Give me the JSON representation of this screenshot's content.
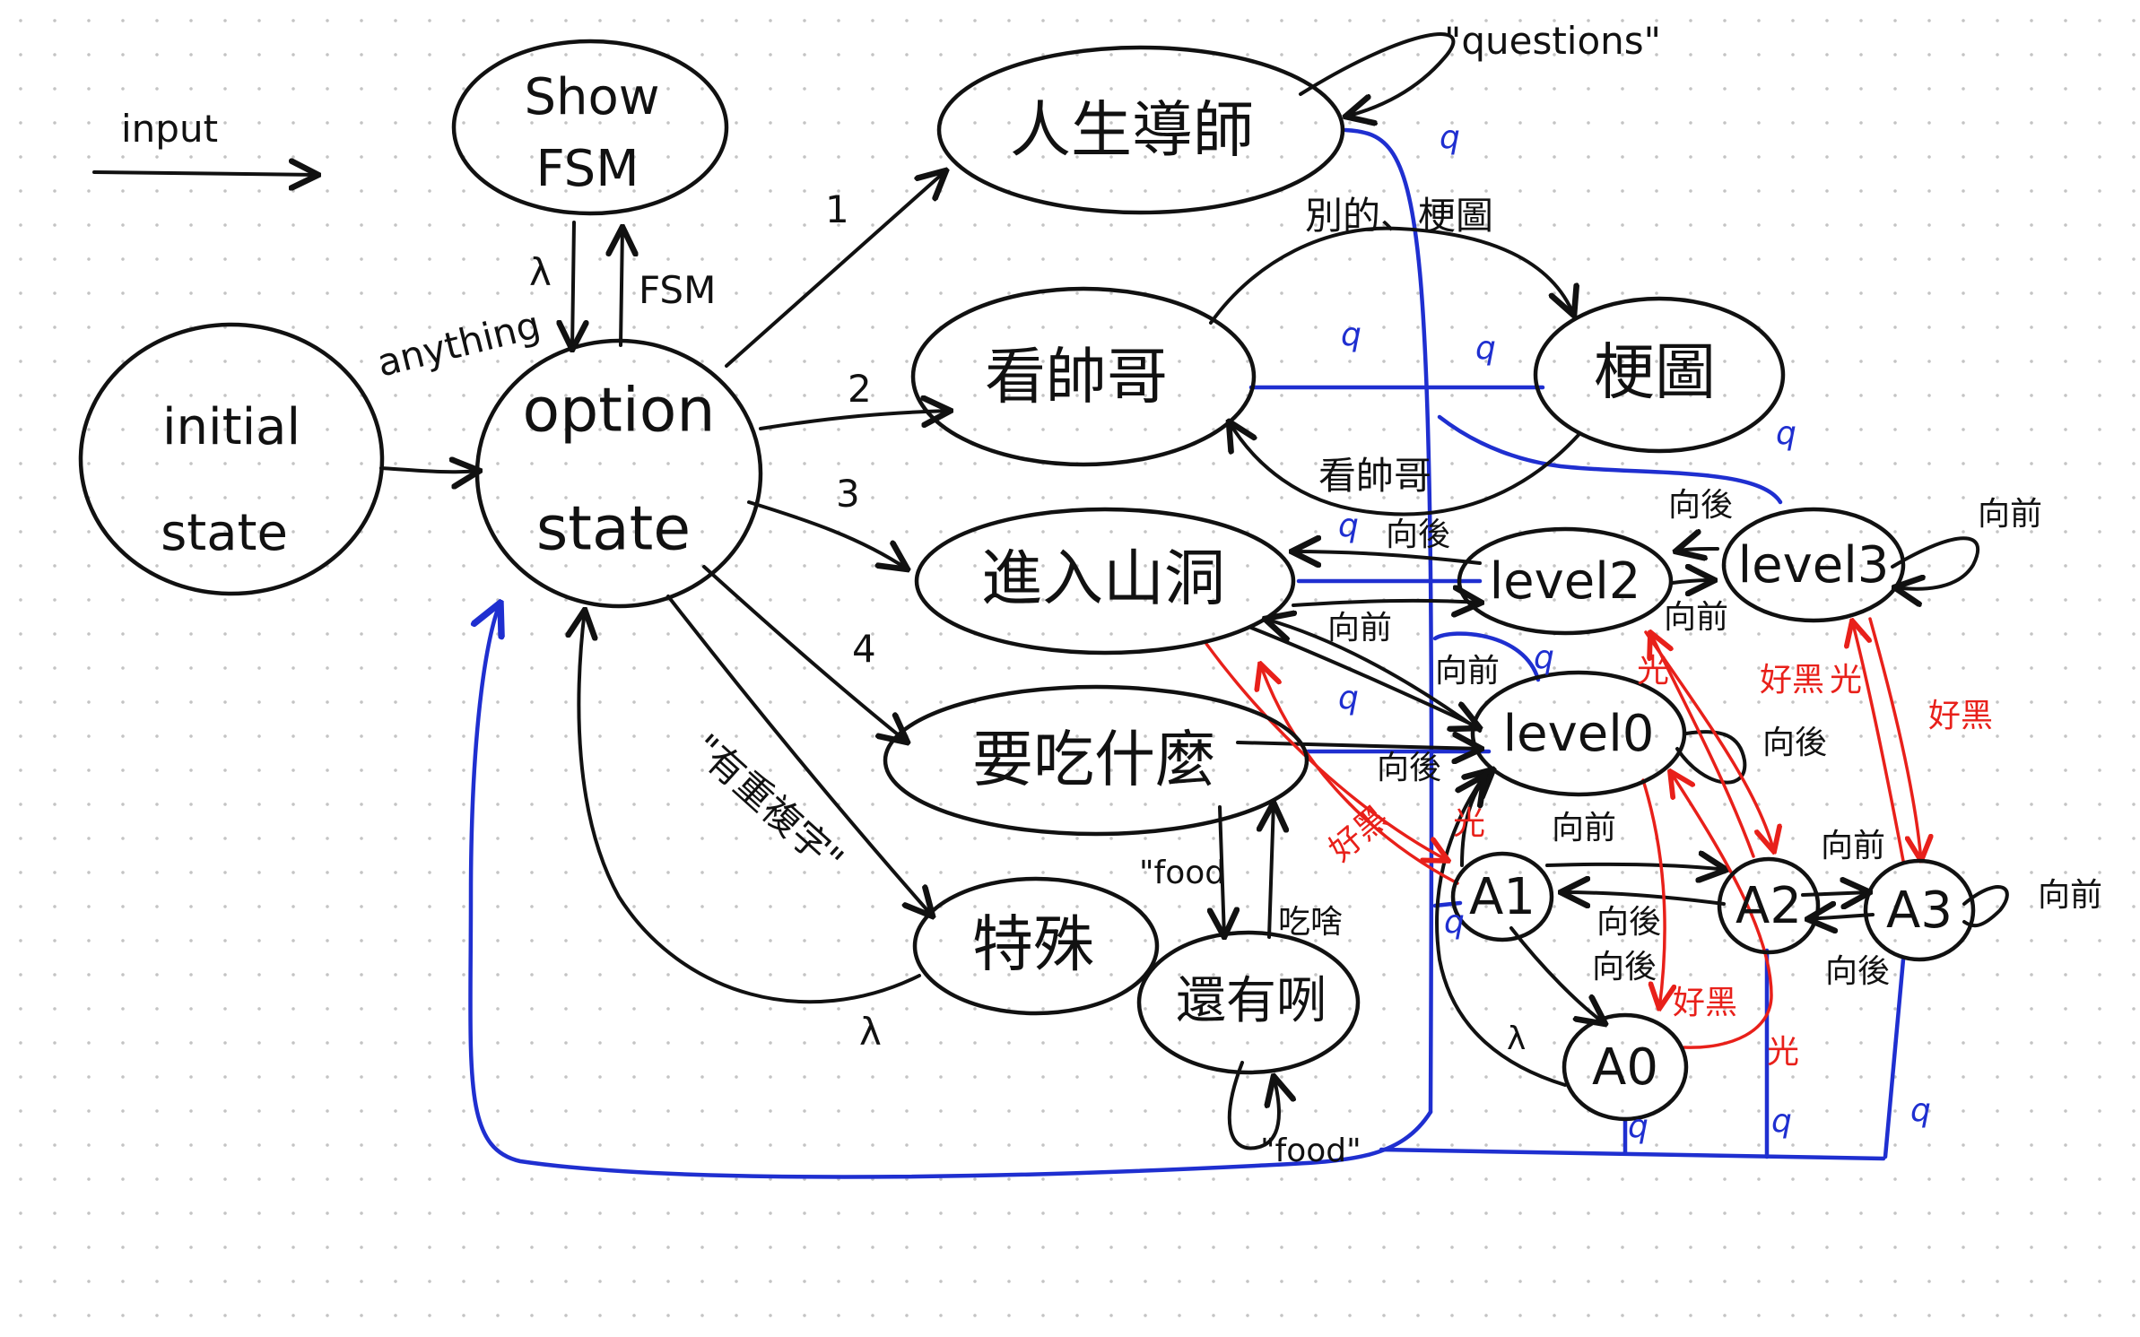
{
  "colors": {
    "background": "#ffffff",
    "ink": "#111111",
    "blue": "#1f2fd0",
    "red": "#e8201a"
  },
  "start_label": "input",
  "nodes": {
    "show_fsm": [
      "Show",
      "FSM"
    ],
    "initial": [
      "initial",
      "state"
    ],
    "option": [
      "option",
      "state"
    ],
    "life_mentor": "人生導師",
    "handsome": "看帥哥",
    "meme": "梗圖",
    "cave": "進入山洞",
    "food": "要吃什麼",
    "special": "特殊",
    "more": "還有咧",
    "level2": "level2",
    "level3": "level3",
    "level0": "level0",
    "A1": "A1",
    "A2": "A2",
    "A3": "A3",
    "A0": "A0"
  },
  "edge_labels": {
    "anything": "anything",
    "lambda_show": "λ",
    "fsm": "FSM",
    "one": "1",
    "two": "2",
    "three": "3",
    "four": "4",
    "questions": "\"questions\"",
    "other_meme": "別的、梗圖",
    "view_handsome": "看帥哥",
    "repeat_chars": "\"有重複字\"",
    "lambda_special": "λ",
    "food_down": "\"food",
    "what_eat": "吃啥",
    "food_loop": "\"food\"",
    "back": "向後",
    "forward": "向前",
    "light": "光",
    "dark": "好黑",
    "lambda_a0": "λ",
    "q": "q"
  }
}
